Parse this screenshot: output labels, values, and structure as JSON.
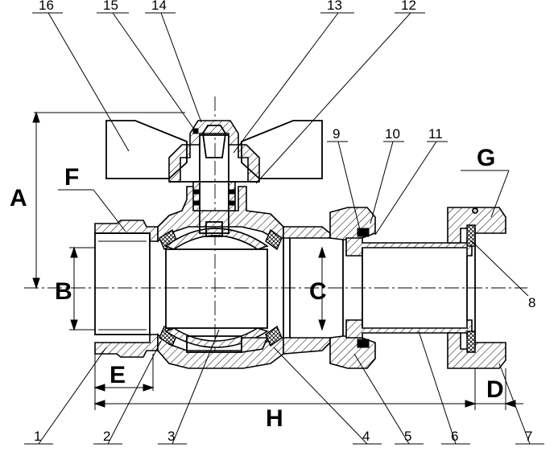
{
  "callouts": {
    "n1": "1",
    "n2": "2",
    "n3": "3",
    "n4": "4",
    "n5": "5",
    "n6": "6",
    "n7": "7",
    "n8": "8",
    "n9": "9",
    "n10": "10",
    "n11": "11",
    "n12": "12",
    "n13": "13",
    "n14": "14",
    "n15": "15",
    "n16": "16"
  },
  "dimensions": {
    "A": "A",
    "B": "B",
    "C": "C",
    "D": "D",
    "E": "E",
    "F": "F",
    "G": "G",
    "H": "H"
  }
}
